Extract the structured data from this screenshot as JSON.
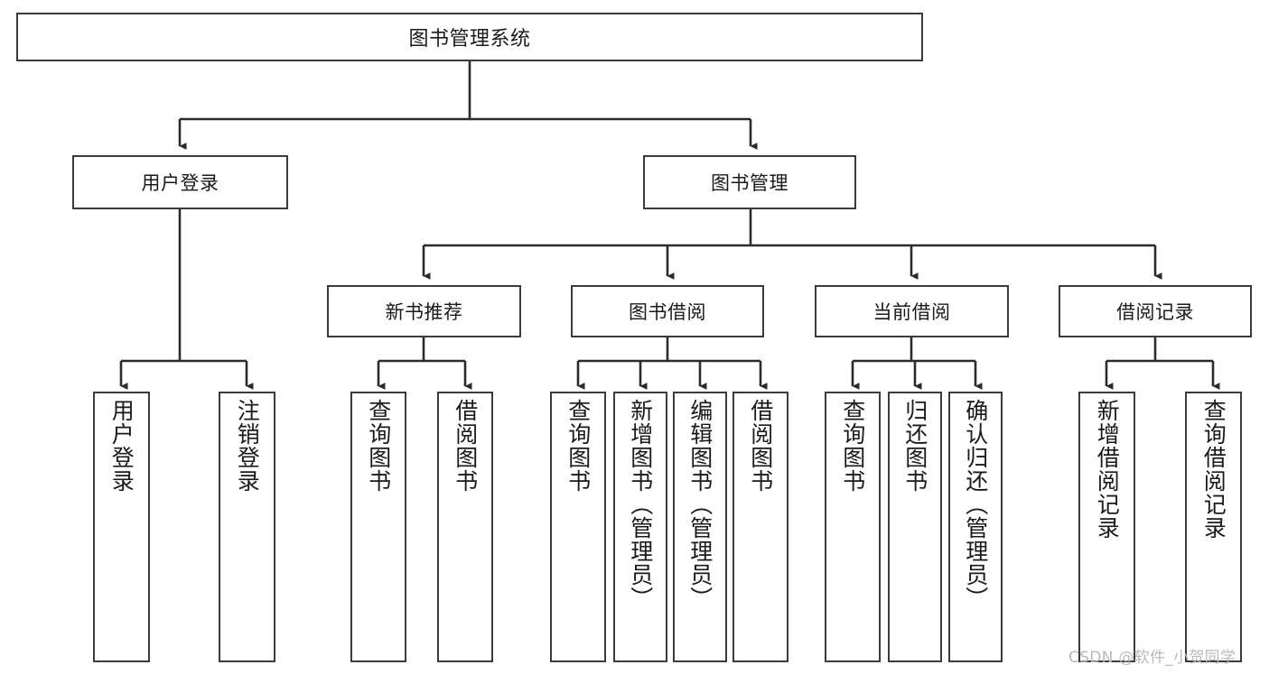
{
  "diagram": {
    "title": "图书管理系统",
    "type": "hierarchy-tree",
    "watermark": "CSDN @软件_小贺同学",
    "colors": {
      "stroke": "#3b3b3b",
      "fill": "#ffffff",
      "text": "#1a1a1a",
      "watermark": "#b9b9b9"
    },
    "levels": {
      "root": {
        "label": "图书管理系统"
      },
      "level2": [
        {
          "label": "用户登录"
        },
        {
          "label": "图书管理"
        }
      ],
      "level3": [
        {
          "label": "新书推荐"
        },
        {
          "label": "图书借阅"
        },
        {
          "label": "当前借阅"
        },
        {
          "label": "借阅记录"
        }
      ],
      "leaves": {
        "user_login": [
          {
            "label": "用户登录"
          },
          {
            "label": "注销登录"
          }
        ],
        "new_book_recommend": [
          {
            "label": "查询图书"
          },
          {
            "label": "借阅图书"
          }
        ],
        "book_borrow": [
          {
            "label": "查询图书"
          },
          {
            "label": "新增图书（管理员）"
          },
          {
            "label": "编辑图书（管理员）"
          },
          {
            "label": "借阅图书"
          }
        ],
        "current_borrow": [
          {
            "label": "查询图书"
          },
          {
            "label": "归还图书"
          },
          {
            "label": "确认归还（管理员）"
          }
        ],
        "borrow_records": [
          {
            "label": "新增借阅记录"
          },
          {
            "label": "查询借阅记录"
          }
        ]
      }
    }
  }
}
